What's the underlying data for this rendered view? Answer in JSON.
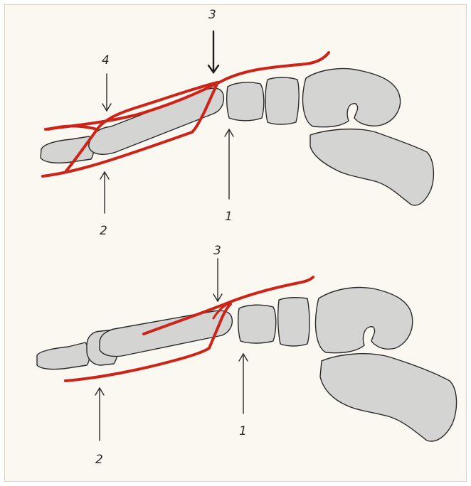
{
  "panels": [
    {
      "id": "top",
      "labels": {
        "l1": "1",
        "l2": "2",
        "l3": "3",
        "l4": "4"
      }
    },
    {
      "id": "bottom",
      "labels": {
        "l1": "1",
        "l2": "2",
        "l3": "3"
      }
    }
  ],
  "colors": {
    "tendon": "#cc2418",
    "bone_fill": "#d4d4d2",
    "outline": "#2a2a2a",
    "paper": "#fbf8f1"
  }
}
